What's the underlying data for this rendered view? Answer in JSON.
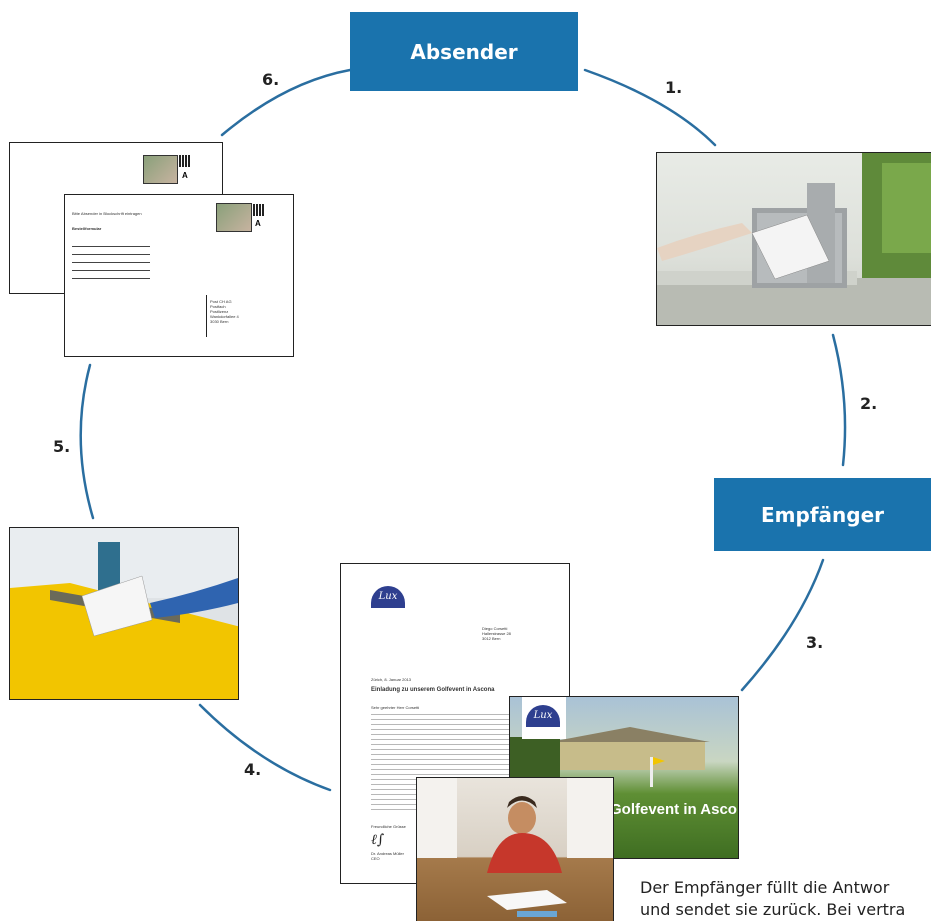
{
  "nodes": {
    "sender": "Absender",
    "receiver": "Empfänger"
  },
  "steps": [
    "1.",
    "2.",
    "3.",
    "4.",
    "5.",
    "6."
  ],
  "reply_form": {
    "return_note": "Bitte Absender in Blockschrift eintragen",
    "title": "Bestellformular",
    "address": [
      "Post CH AG",
      "Postfach",
      "Postlizenz",
      "Wankdorfallee 4",
      "3030 Bern"
    ]
  },
  "letter": {
    "logo": "Lux",
    "recipient": [
      "Diego Corsetti",
      "Hallerstrasse 28",
      "3012 Bern"
    ],
    "date": "Zürich, 8. Januar 2013",
    "subject": "Einladung zu unserem Golfevent in Ascona",
    "salutation": "Sehr geehrter Herr Corsetti",
    "closing": "Freundliche Grüsse",
    "signer": "Dr. Andreas Müller",
    "signer_role": "CEO"
  },
  "flyer": {
    "logo": "Lux",
    "title": "Golfevent in Ascona"
  },
  "caption": {
    "line1": "Der Empfänger füllt die Antwor",
    "line2": "und sendet sie zurück. Bei vertra"
  },
  "colors": {
    "brand_blue": "#1a73ad",
    "arc": "#2a6ea0",
    "pillar_yellow": "#f2c500"
  }
}
